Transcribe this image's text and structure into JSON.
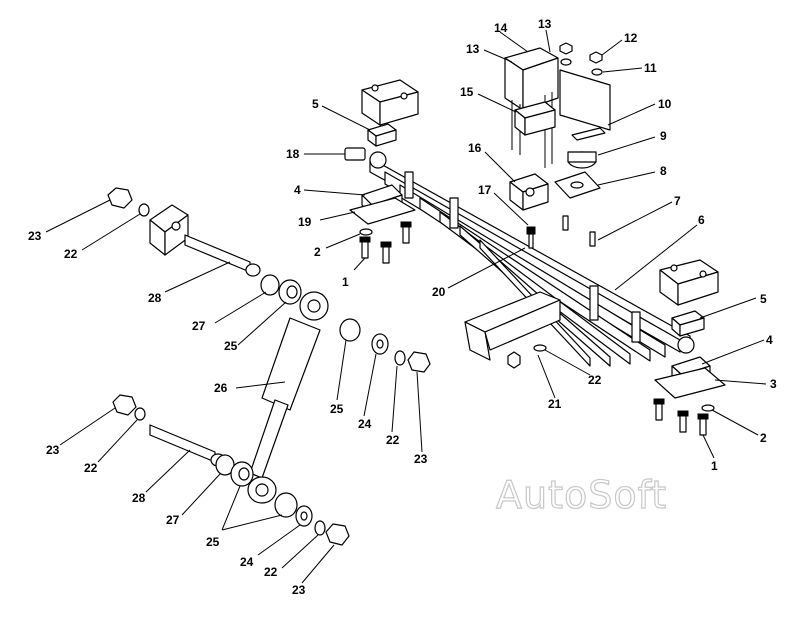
{
  "watermark": "AutoSoft",
  "callouts": [
    {
      "id": "c1",
      "text": "1"
    },
    {
      "id": "c2",
      "text": "2"
    },
    {
      "id": "c3",
      "text": "3"
    },
    {
      "id": "c4",
      "text": "4"
    },
    {
      "id": "c5",
      "text": "5"
    },
    {
      "id": "c6",
      "text": "6"
    },
    {
      "id": "c7",
      "text": "7"
    },
    {
      "id": "c8",
      "text": "8"
    },
    {
      "id": "c9",
      "text": "9"
    },
    {
      "id": "c10",
      "text": "10"
    },
    {
      "id": "c11",
      "text": "11"
    },
    {
      "id": "c12",
      "text": "12"
    },
    {
      "id": "c13",
      "text": "13"
    },
    {
      "id": "c14",
      "text": "14"
    },
    {
      "id": "c15",
      "text": "15"
    },
    {
      "id": "c16",
      "text": "16"
    },
    {
      "id": "c17",
      "text": "17"
    },
    {
      "id": "c18",
      "text": "18"
    },
    {
      "id": "c19",
      "text": "19"
    },
    {
      "id": "c20",
      "text": "20"
    },
    {
      "id": "c21",
      "text": "21"
    },
    {
      "id": "c22",
      "text": "22"
    },
    {
      "id": "c23",
      "text": "23"
    },
    {
      "id": "c24",
      "text": "24"
    },
    {
      "id": "c25",
      "text": "25"
    },
    {
      "id": "c26",
      "text": "26"
    },
    {
      "id": "c27",
      "text": "27"
    },
    {
      "id": "c28",
      "text": "28"
    }
  ]
}
